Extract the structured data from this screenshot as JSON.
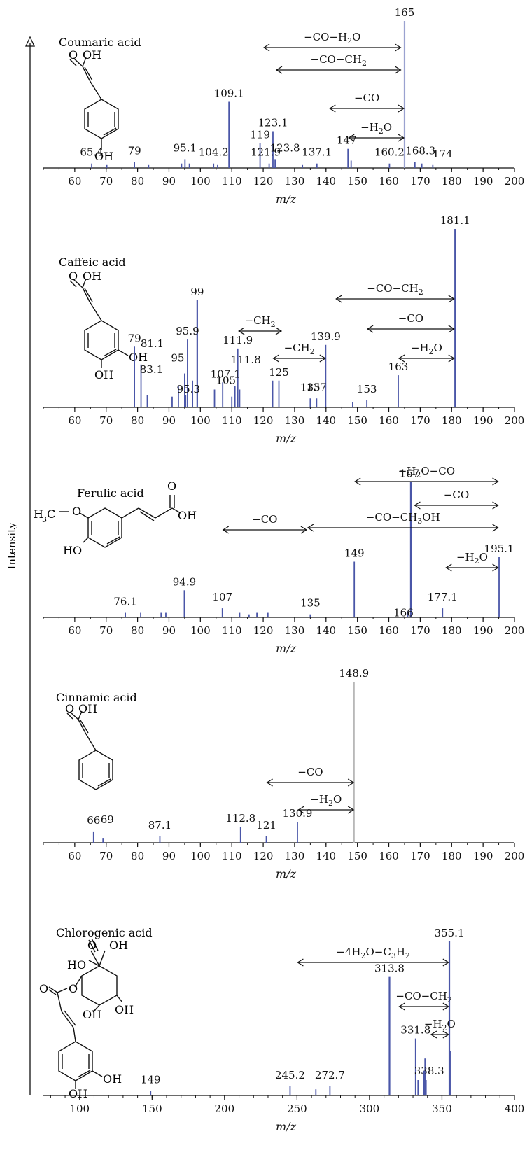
{
  "figure": {
    "y_label": "Intensity",
    "x_label": "m/z"
  },
  "colors": {
    "bar": "#4a56a8",
    "bar_light": "#9aa2d0",
    "gray_bar": "#b8b8b8",
    "axis": "#111111",
    "text": "#111111"
  },
  "chart_data": [
    {
      "type": "bar",
      "compound": "Coumaric acid",
      "x_range": [
        50,
        200
      ],
      "x_ticks": [
        60,
        70,
        80,
        90,
        100,
        110,
        120,
        130,
        140,
        150,
        160,
        170,
        180,
        190,
        200
      ],
      "x_label": "m/z",
      "peaks": [
        {
          "mz": 65.4,
          "rel": 0.03
        },
        {
          "mz": 70.2,
          "rel": 0.02
        },
        {
          "mz": 79,
          "rel": 0.04
        },
        {
          "mz": 83.5,
          "rel": 0.02
        },
        {
          "mz": 94.0,
          "rel": 0.03
        },
        {
          "mz": 95.1,
          "rel": 0.06
        },
        {
          "mz": 96.5,
          "rel": 0.03
        },
        {
          "mz": 104.2,
          "rel": 0.03
        },
        {
          "mz": 105.5,
          "rel": 0.02
        },
        {
          "mz": 109.1,
          "rel": 0.45
        },
        {
          "mz": 119,
          "rel": 0.17
        },
        {
          "mz": 121.9,
          "rel": 0.03
        },
        {
          "mz": 123.1,
          "rel": 0.25
        },
        {
          "mz": 123.8,
          "rel": 0.06
        },
        {
          "mz": 132.5,
          "rel": 0.02
        },
        {
          "mz": 137.1,
          "rel": 0.03
        },
        {
          "mz": 147,
          "rel": 0.13
        },
        {
          "mz": 148.0,
          "rel": 0.05
        },
        {
          "mz": 160.2,
          "rel": 0.03
        },
        {
          "mz": 165,
          "rel": 1.0,
          "light": true
        },
        {
          "mz": 168.3,
          "rel": 0.04
        },
        {
          "mz": 170.5,
          "rel": 0.03
        },
        {
          "mz": 174,
          "rel": 0.02
        }
      ],
      "peak_labels": [
        {
          "text": "65.4",
          "mz": 65.4
        },
        {
          "text": "79",
          "mz": 79
        },
        {
          "text": "95.1",
          "mz": 95.1
        },
        {
          "text": "104.2",
          "mz": 104.2
        },
        {
          "text": "109.1",
          "mz": 109.1
        },
        {
          "text": "119",
          "mz": 119
        },
        {
          "text": "121.9",
          "mz": 121.9
        },
        {
          "text": "123.1",
          "mz": 123.1
        },
        {
          "text": "123.8",
          "mz": 123.8
        },
        {
          "text": "137.1",
          "mz": 137.1
        },
        {
          "text": "147",
          "mz": 147
        },
        {
          "text": "160.2",
          "mz": 160.2
        },
        {
          "text": "165",
          "mz": 165
        },
        {
          "text": "168.3",
          "mz": 168.3
        },
        {
          "text": "174",
          "mz": 174
        }
      ],
      "losses": [
        {
          "label": "−CO−H",
          "sub": "2",
          "tail": "O",
          "from": 120,
          "to": 164
        },
        {
          "label": "−CO−CH",
          "sub": "2",
          "tail": "",
          "from": 124,
          "to": 164
        },
        {
          "label": "−CO",
          "sub": "",
          "tail": "",
          "from": 141,
          "to": 165
        },
        {
          "label": "−H",
          "sub": "2",
          "tail": "O",
          "from": 147,
          "to": 165
        }
      ]
    },
    {
      "type": "bar",
      "compound": "Caffeic acid",
      "x_range": [
        50,
        200
      ],
      "x_ticks": [
        60,
        70,
        80,
        90,
        100,
        110,
        120,
        130,
        140,
        150,
        160,
        170,
        180,
        190,
        200
      ],
      "x_label": "m/z",
      "peaks": [
        {
          "mz": 79,
          "rel": 0.34
        },
        {
          "mz": 81.1,
          "rel": 0.24
        },
        {
          "mz": 83.1,
          "rel": 0.07
        },
        {
          "mz": 91.0,
          "rel": 0.06
        },
        {
          "mz": 93.0,
          "rel": 0.12
        },
        {
          "mz": 95,
          "rel": 0.19
        },
        {
          "mz": 95.3,
          "rel": 0.07
        },
        {
          "mz": 95.9,
          "rel": 0.38
        },
        {
          "mz": 97.5,
          "rel": 0.15
        },
        {
          "mz": 99,
          "rel": 0.6
        },
        {
          "mz": 104.5,
          "rel": 0.1
        },
        {
          "mz": 107.1,
          "rel": 0.14
        },
        {
          "mz": 110.0,
          "rel": 0.06
        },
        {
          "mz": 111.0,
          "rel": 0.12
        },
        {
          "mz": 111.8,
          "rel": 0.22
        },
        {
          "mz": 111.9,
          "rel": 0.33
        },
        {
          "mz": 112.5,
          "rel": 0.1
        },
        {
          "mz": 123.0,
          "rel": 0.15
        },
        {
          "mz": 125,
          "rel": 0.15
        },
        {
          "mz": 135,
          "rel": 0.05
        },
        {
          "mz": 137,
          "rel": 0.05
        },
        {
          "mz": 139.9,
          "rel": 0.35
        },
        {
          "mz": 148.5,
          "rel": 0.03
        },
        {
          "mz": 153,
          "rel": 0.04
        },
        {
          "mz": 163,
          "rel": 0.18
        },
        {
          "mz": 181.1,
          "rel": 1.0
        }
      ],
      "peak_labels": [
        {
          "text": "79",
          "mz": 79
        },
        {
          "text": "81.1",
          "mz": 81.1
        },
        {
          "text": "83.1",
          "mz": 83.1
        },
        {
          "text": "95",
          "mz": 95
        },
        {
          "text": "95.3",
          "mz": 95.3
        },
        {
          "text": "95.9",
          "mz": 95.9
        },
        {
          "text": "99",
          "mz": 99
        },
        {
          "text": "107.1",
          "mz": 107.1
        },
        {
          "text": "105",
          "mz": 105
        },
        {
          "text": "111.9",
          "mz": 111.9
        },
        {
          "text": "111.8",
          "mz": 111.8
        },
        {
          "text": "125",
          "mz": 125
        },
        {
          "text": "135",
          "mz": 135
        },
        {
          "text": "137",
          "mz": 137
        },
        {
          "text": "139.9",
          "mz": 139.9
        },
        {
          "text": "153",
          "mz": 153
        },
        {
          "text": "163",
          "mz": 163
        },
        {
          "text": "181.1",
          "mz": 181.1
        }
      ],
      "losses": [
        {
          "label": "−CO−CH",
          "sub": "2",
          "tail": "",
          "from": 143,
          "to": 181
        },
        {
          "label": "−CO",
          "sub": "",
          "tail": "",
          "from": 153,
          "to": 181
        },
        {
          "label": "−H",
          "sub": "2",
          "tail": "O",
          "from": 163,
          "to": 181
        },
        {
          "label": "−CH",
          "sub": "2",
          "tail": "",
          "from": 112,
          "to": 126
        },
        {
          "label": "−CH",
          "sub": "2",
          "tail": "",
          "from": 123,
          "to": 140
        }
      ]
    },
    {
      "type": "bar",
      "compound": "Ferulic acid",
      "x_range": [
        50,
        200
      ],
      "x_ticks": [
        60,
        70,
        80,
        90,
        100,
        110,
        120,
        130,
        140,
        150,
        160,
        170,
        180,
        190,
        200
      ],
      "x_label": "m/z",
      "peaks": [
        {
          "mz": 76.1,
          "rel": 0.03
        },
        {
          "mz": 81.0,
          "rel": 0.03
        },
        {
          "mz": 87.5,
          "rel": 0.03
        },
        {
          "mz": 89.0,
          "rel": 0.03
        },
        {
          "mz": 94.9,
          "rel": 0.18
        },
        {
          "mz": 107,
          "rel": 0.06
        },
        {
          "mz": 112.5,
          "rel": 0.03
        },
        {
          "mz": 115.5,
          "rel": 0.02
        },
        {
          "mz": 118.0,
          "rel": 0.03
        },
        {
          "mz": 121.5,
          "rel": 0.03
        },
        {
          "mz": 135,
          "rel": 0.02
        },
        {
          "mz": 149,
          "rel": 0.37
        },
        {
          "mz": 166,
          "rel": 0.04
        },
        {
          "mz": 167,
          "rel": 0.9
        },
        {
          "mz": 177.1,
          "rel": 0.06
        },
        {
          "mz": 195.1,
          "rel": 0.4
        }
      ],
      "peak_labels": [
        {
          "text": "76.1",
          "mz": 76.1
        },
        {
          "text": "94.9",
          "mz": 94.9
        },
        {
          "text": "107",
          "mz": 107
        },
        {
          "text": "135",
          "mz": 135
        },
        {
          "text": "149",
          "mz": 149
        },
        {
          "text": "166",
          "mz": 166
        },
        {
          "text": "167",
          "mz": 167
        },
        {
          "text": "177.1",
          "mz": 177.1
        },
        {
          "text": "195.1",
          "mz": 195.1
        }
      ],
      "losses": [
        {
          "label": "−H",
          "sub": "2",
          "tail": "O−CO",
          "from": 149,
          "to": 195
        },
        {
          "label": "−CO",
          "sub": "",
          "tail": "",
          "from": 168,
          "to": 195
        },
        {
          "label": "−CO−CH",
          "sub": "3",
          "tail": "OH",
          "from": 134,
          "to": 195
        },
        {
          "label": "−CO",
          "sub": "",
          "tail": "",
          "from": 107,
          "to": 134
        },
        {
          "label": "−H",
          "sub": "2",
          "tail": "O",
          "from": 178,
          "to": 195
        }
      ]
    },
    {
      "type": "bar",
      "compound": "Cinnamic acid",
      "x_range": [
        50,
        200
      ],
      "x_ticks": [
        60,
        70,
        80,
        90,
        100,
        110,
        120,
        130,
        140,
        150,
        160,
        170,
        180,
        190,
        200
      ],
      "x_label": "m/z",
      "peaks": [
        {
          "mz": 66,
          "rel": 0.07
        },
        {
          "mz": 69,
          "rel": 0.03
        },
        {
          "mz": 87.1,
          "rel": 0.04
        },
        {
          "mz": 112.8,
          "rel": 0.1
        },
        {
          "mz": 121,
          "rel": 0.04
        },
        {
          "mz": 130.9,
          "rel": 0.13
        },
        {
          "mz": 148.9,
          "rel": 1.0,
          "gray": true
        }
      ],
      "peak_labels": [
        {
          "text": "66",
          "mz": 66
        },
        {
          "text": "69",
          "mz": 69
        },
        {
          "text": "87.1",
          "mz": 87.1
        },
        {
          "text": "112.8",
          "mz": 112.8
        },
        {
          "text": "121",
          "mz": 121
        },
        {
          "text": "130.9",
          "mz": 130.9
        },
        {
          "text": "148.9",
          "mz": 148.9
        }
      ],
      "losses": [
        {
          "label": "−CO",
          "sub": "",
          "tail": "",
          "from": 121,
          "to": 149
        },
        {
          "label": "−H",
          "sub": "2",
          "tail": "O",
          "from": 131,
          "to": 149
        }
      ]
    },
    {
      "type": "bar",
      "compound": "Chlorogenic acid",
      "x_range": [
        75,
        400
      ],
      "x_ticks": [
        100,
        150,
        200,
        250,
        300,
        350,
        400
      ],
      "x_label": "m/z",
      "peaks": [
        {
          "mz": 149,
          "rel": 0.03
        },
        {
          "mz": 245.2,
          "rel": 0.06
        },
        {
          "mz": 263.0,
          "rel": 0.04
        },
        {
          "mz": 272.7,
          "rel": 0.06
        },
        {
          "mz": 313.8,
          "rel": 0.77
        },
        {
          "mz": 331.8,
          "rel": 0.37
        },
        {
          "mz": 333.5,
          "rel": 0.1
        },
        {
          "mz": 337.5,
          "rel": 0.16
        },
        {
          "mz": 338.3,
          "rel": 0.24
        },
        {
          "mz": 339.0,
          "rel": 0.1
        },
        {
          "mz": 355.1,
          "rel": 1.0
        },
        {
          "mz": 355.6,
          "rel": 0.29
        }
      ],
      "peak_labels": [
        {
          "text": "149",
          "mz": 149
        },
        {
          "text": "245.2",
          "mz": 245.2
        },
        {
          "text": "272.7",
          "mz": 272.7
        },
        {
          "text": "313.8",
          "mz": 313.8
        },
        {
          "text": "331.8",
          "mz": 331.8
        },
        {
          "text": "338.3",
          "mz": 338.3
        },
        {
          "text": "355.1",
          "mz": 355.1
        }
      ],
      "losses": [
        {
          "label": "−4H",
          "sub": "2",
          "tail": "O−C",
          "sub2": "3",
          "tail2": "H",
          "sub3": "2",
          "from": 250,
          "to": 355
        },
        {
          "label": "−CO−CH",
          "sub": "2",
          "tail": "",
          "from": 320,
          "to": 355
        },
        {
          "label": "−H",
          "sub": "2",
          "tail": "O",
          "from": 342,
          "to": 355
        }
      ]
    }
  ]
}
